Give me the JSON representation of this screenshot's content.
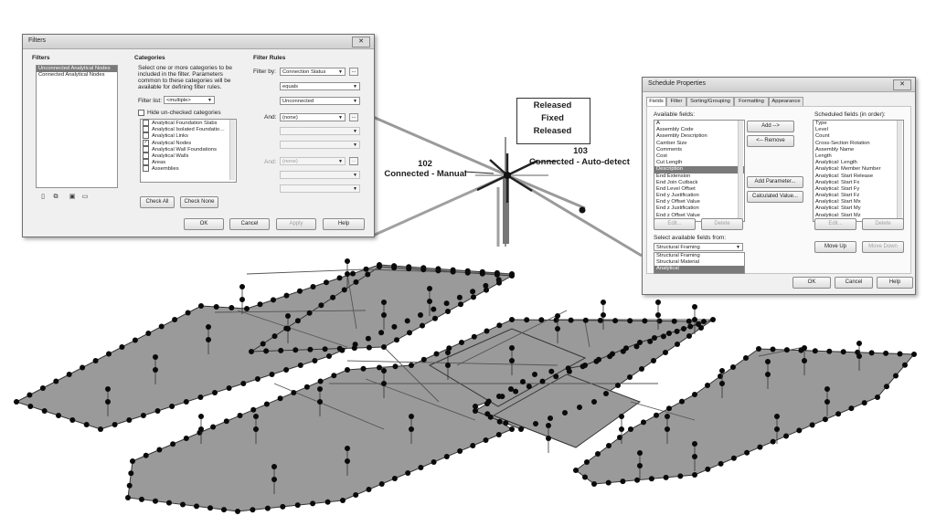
{
  "filters_dialog": {
    "title": "Filters",
    "close": "✕",
    "filters_header": "Filters",
    "filters_list": [
      "Unconnected Analytical Nodes",
      "Connected Analytical Nodes"
    ],
    "categories_header": "Categories",
    "categories_hint": [
      "Select one or more categories to be",
      "included in the filter.  Parameters",
      "common to these categories will be",
      "available for defining filter rules."
    ],
    "filter_list_label": "Filter list:",
    "filter_list_value": "<multiple>",
    "hide_unchecked_label": "Hide un-checked categories",
    "category_items": [
      {
        "label": "Analytical Foundation Slabs",
        "checked": false
      },
      {
        "label": "Analytical Isolated Foundatio…",
        "checked": false
      },
      {
        "label": "Analytical Links",
        "checked": false
      },
      {
        "label": "Analytical Nodes",
        "checked": true
      },
      {
        "label": "Analytical Wall Foundations",
        "checked": false
      },
      {
        "label": "Analytical Walls",
        "checked": false
      },
      {
        "label": "Areas",
        "checked": false
      },
      {
        "label": "Assemblies",
        "checked": false
      }
    ],
    "check_all": "Check All",
    "check_none": "Check None",
    "rules_header": "Filter Rules",
    "filter_by_label": "Filter by:",
    "filter_by_value": "Connection Status",
    "operator_value": "equals",
    "rule_value": "Unconnected",
    "and1_label": "And:",
    "and1_value": "(none)",
    "and2_label": "And:",
    "and2_value": "(none)",
    "more_button": "...",
    "ok": "OK",
    "cancel": "Cancel",
    "apply": "Apply",
    "help": "Help"
  },
  "callouts": {
    "release_lines": [
      "Released",
      "Fixed",
      "Released"
    ],
    "node_102_id": "102",
    "node_102_status": "Connected - Manual",
    "node_103_id": "103",
    "node_103_status": "Connected - Auto-detect"
  },
  "schedule_dialog": {
    "title": "Schedule Properties",
    "close": "✕",
    "tabs": [
      "Fields",
      "Filter",
      "Sorting/Grouping",
      "Formatting",
      "Appearance"
    ],
    "available_label": "Available fields:",
    "available_fields": [
      "A",
      "Assembly Code",
      "Assembly Description",
      "Camber Size",
      "Comments",
      "Cost",
      "Cut Length",
      "Description",
      "End Extension",
      "End Join Cutback",
      "End Level Offset",
      "End y Justification",
      "End y Offset Value",
      "End z Justification",
      "End z Offset Value"
    ],
    "available_selected_index": 7,
    "scheduled_label": "Scheduled fields (in order):",
    "scheduled_fields": [
      "Type",
      "Level",
      "Count",
      "Cross-Section Rotation",
      "Assembly Name",
      "Length",
      "Analytical: Length",
      "Analytical: Member Number",
      "Analytical: Start Release",
      "Analytical: Start Fx",
      "Analytical: Start Fy",
      "Analytical: Start Fz",
      "Analytical: Start Mx",
      "Analytical: Start My",
      "Analytical: Start Mz"
    ],
    "add": "Add -->",
    "remove": "<-- Remove",
    "add_parameter": "Add Parameter...",
    "calculated_value": "Calculated Value...",
    "edit_left": "Edit...",
    "delete_left": "Delete",
    "edit_right": "Edit...",
    "delete_right": "Delete",
    "select_from_label": "Select available fields from:",
    "select_from_value": "Structural Framing",
    "select_from_options": [
      "Structural Framing",
      "Structural Material",
      "Analytical"
    ],
    "select_from_selected_index": 2,
    "move_up": "Move Up",
    "move_down": "Move Down",
    "ok": "OK",
    "cancel": "Cancel",
    "help": "Help"
  }
}
